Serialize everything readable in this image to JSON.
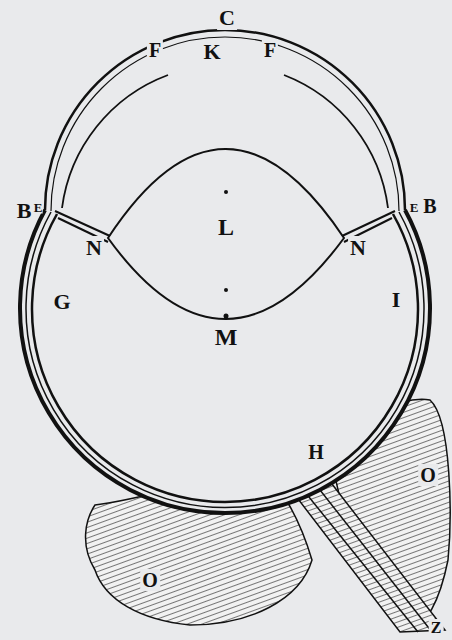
{
  "diagram": {
    "labels": [
      "C",
      "F",
      "K",
      "F",
      "B",
      "E",
      "E",
      "B",
      "N",
      "L",
      "N",
      "G",
      "M",
      "I",
      "H",
      "O",
      "O",
      "Z"
    ]
  }
}
